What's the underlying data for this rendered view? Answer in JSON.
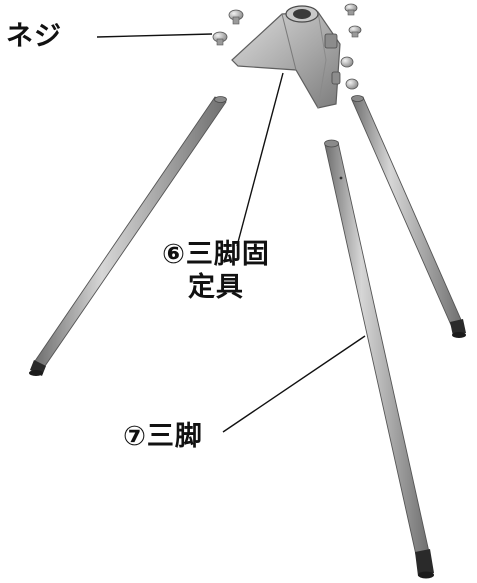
{
  "labels": {
    "screw": "ネジ",
    "bracket_line1": "⑥三脚固",
    "bracket_line2": "定具",
    "legs": "⑦三脚"
  },
  "colors": {
    "tube_dark": "#6f6f6f",
    "tube_mid": "#a7a7a7",
    "tube_light": "#d6d6d6",
    "foot": "#2a2a2a",
    "leader": "#111111",
    "text": "#111111"
  },
  "parts": [
    "screw-icon",
    "bracket-icon",
    "tube-leg-icon",
    "rubber-foot-icon"
  ]
}
